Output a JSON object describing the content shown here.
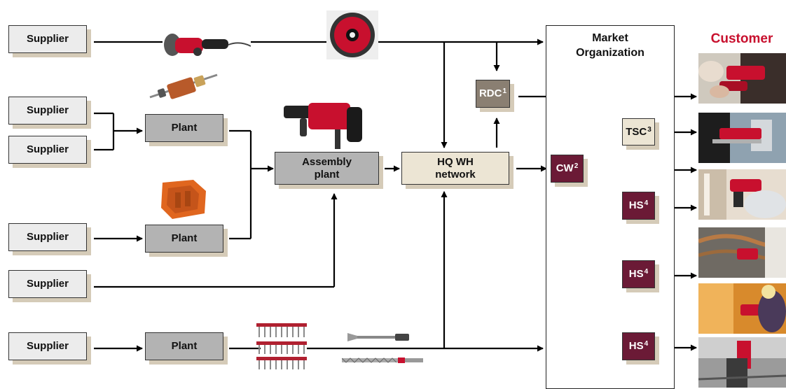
{
  "diagram": {
    "suppliers": [
      "Supplier",
      "Supplier",
      "Supplier",
      "Supplier",
      "Supplier",
      "Supplier"
    ],
    "plants": [
      "Plant",
      "Plant",
      "Plant"
    ],
    "assembly_line1": "Assembly",
    "assembly_line2": "plant",
    "hq_line1": "HQ WH",
    "hq_line2": "network",
    "rdc": {
      "label": "RDC",
      "sup": "1"
    },
    "cw": {
      "label": "CW",
      "sup": "2"
    },
    "tsc": {
      "label": "TSC",
      "sup": "3"
    },
    "hs": {
      "label": "HS",
      "sup": "4"
    },
    "market_line1": "Market",
    "market_line2": "Organization",
    "customer": "Customer",
    "colors": {
      "customer_title": "#c8102e",
      "cw_hs": "#6b1a36",
      "rdc": "#8a7f72",
      "plant": "#b3b3b3",
      "shadow": "#d5cbb8"
    },
    "icons": [
      "angle-grinder-icon",
      "diamond-blade-icon",
      "armature-icon",
      "rotary-hammer-icon",
      "motor-housing-icon",
      "nails-icon",
      "chisel-icon",
      "drill-bit-icon"
    ]
  }
}
